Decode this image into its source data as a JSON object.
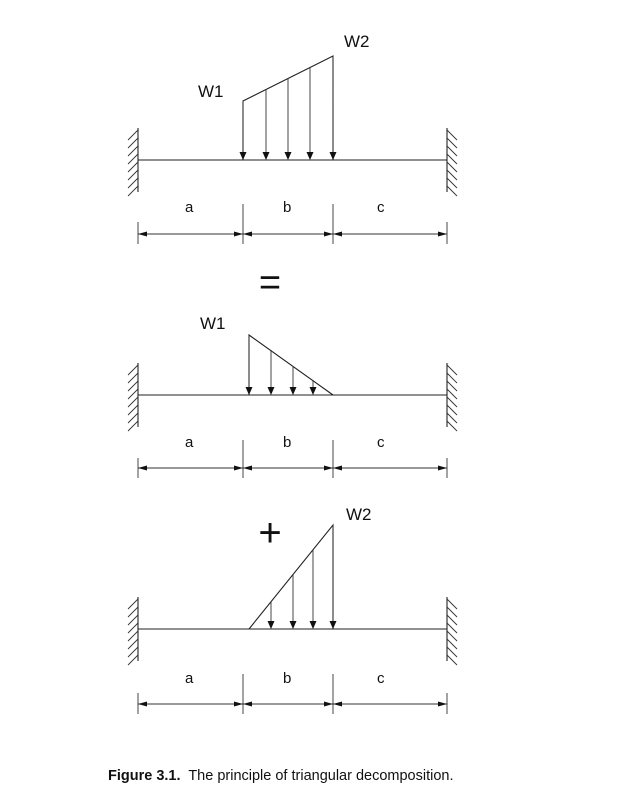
{
  "panels": [
    {
      "load_labels": {
        "w1": "W1",
        "w2": "W2"
      },
      "spans": {
        "a": "a",
        "b": "b",
        "c": "c"
      }
    },
    {
      "operator": "=",
      "load_labels": {
        "w1": "W1"
      },
      "spans": {
        "a": "a",
        "b": "b",
        "c": "c"
      }
    },
    {
      "operator": "+",
      "load_labels": {
        "w2": "W2"
      },
      "spans": {
        "a": "a",
        "b": "b",
        "c": "c"
      }
    }
  ],
  "caption": {
    "label": "Figure 3.1.",
    "text": "The principle of triangular decomposition."
  }
}
